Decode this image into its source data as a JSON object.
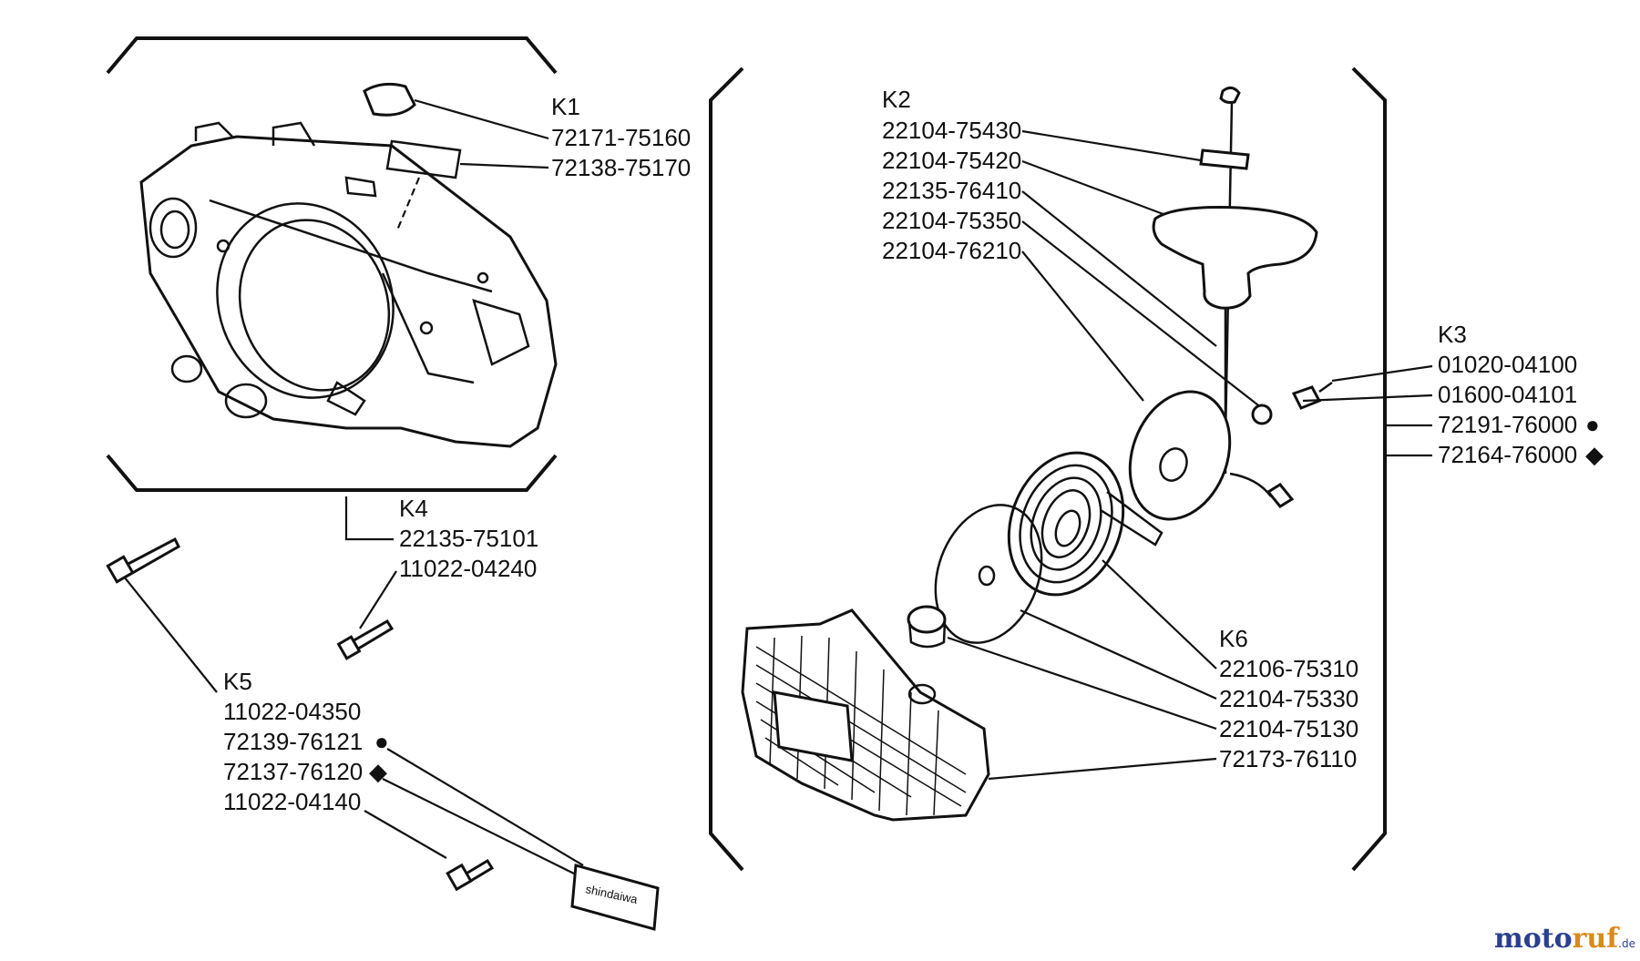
{
  "groups": {
    "k1": {
      "id": "K1",
      "parts": [
        "72171-75160",
        "72138-75170"
      ]
    },
    "k2": {
      "id": "K2",
      "parts": [
        "22104-75430",
        "22104-75420",
        "22135-76410",
        "22104-75350",
        "22104-76210"
      ]
    },
    "k3": {
      "id": "K3",
      "parts": [
        "01020-04100",
        "01600-04101",
        "72191-76000",
        "72164-76000"
      ]
    },
    "k4": {
      "id": "K4",
      "parts": [
        "22135-75101",
        "11022-04240"
      ]
    },
    "k5": {
      "id": "K5",
      "parts": [
        "11022-04350",
        "72139-76121",
        "72137-76120",
        "11022-04140"
      ]
    },
    "k6": {
      "id": "K6",
      "parts": [
        "22106-75310",
        "22104-75330",
        "22104-75130",
        "72173-76110"
      ]
    }
  },
  "markers": {
    "circle": "●",
    "diamond": "◆"
  },
  "label_text": "shindaiwa",
  "logo": {
    "part1": "moto",
    "part2": "ruf",
    "suffix": ".de"
  },
  "colors": {
    "line": "#111111",
    "logo_blue": "#2a3f8f",
    "logo_orange": "#d98a1a"
  }
}
